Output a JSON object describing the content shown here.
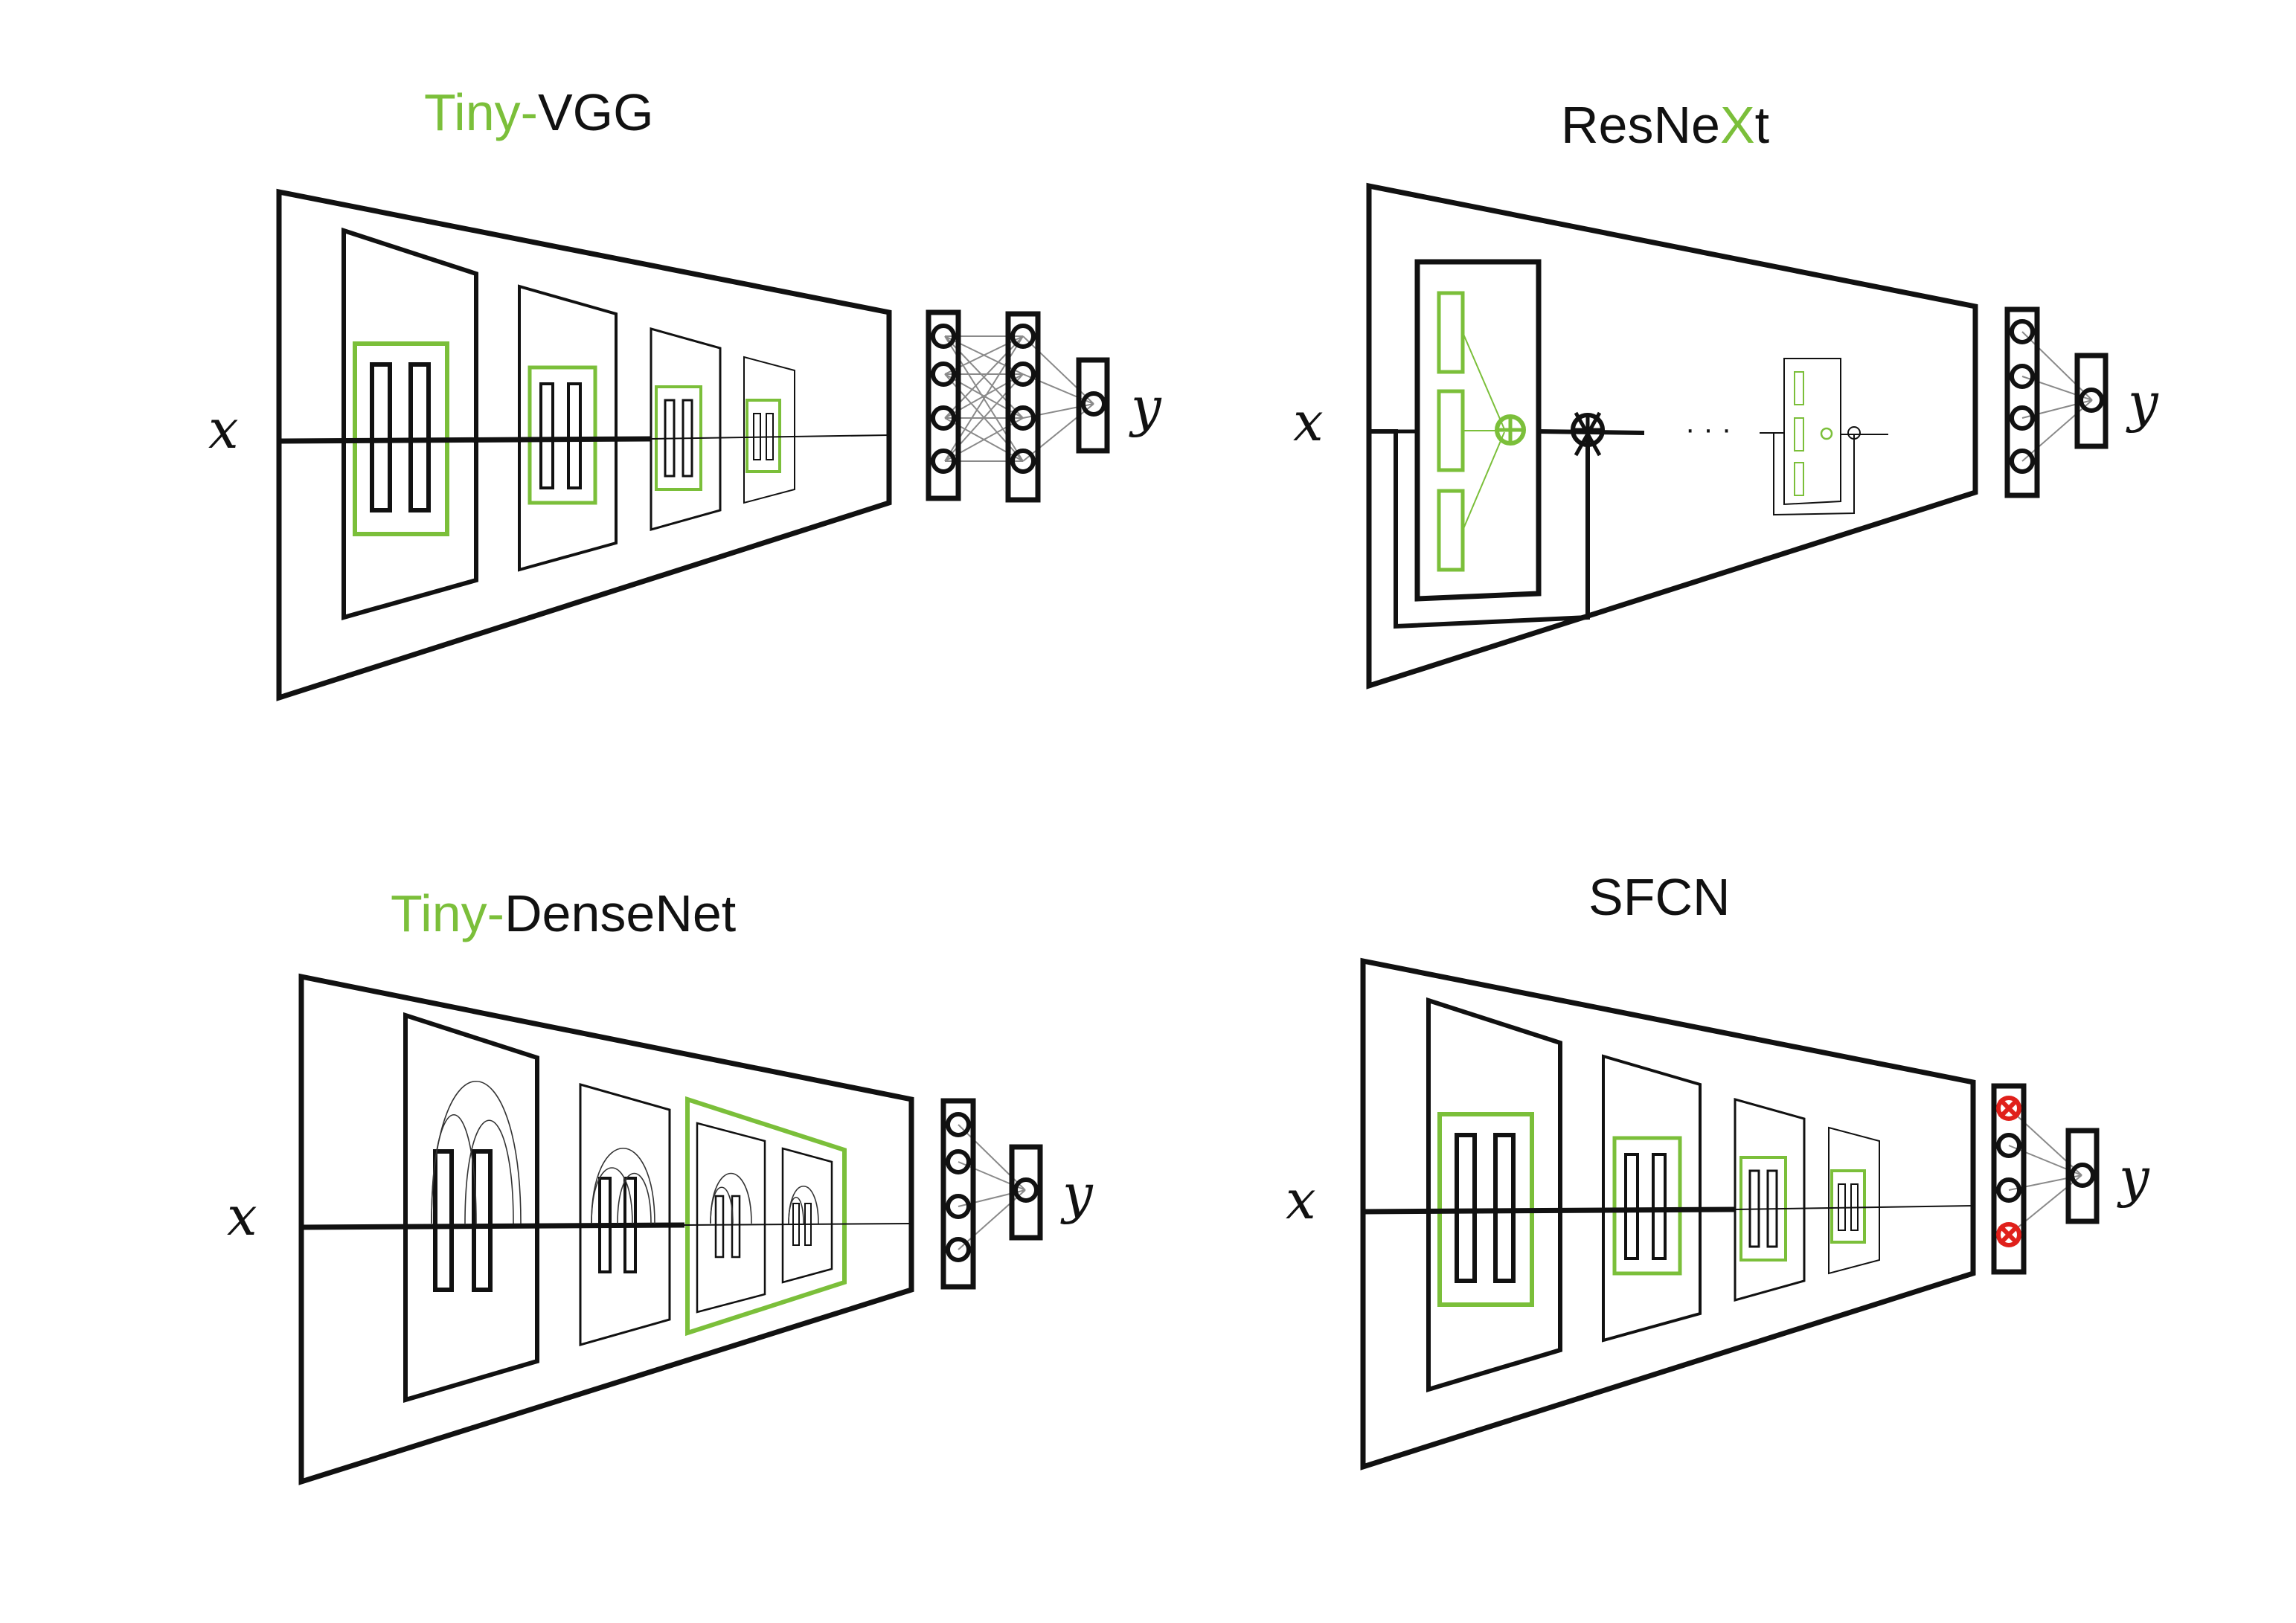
{
  "colors": {
    "accent": "#7bbf3a",
    "ink": "#111111",
    "dropout": "#e0201b"
  },
  "panels": {
    "tiny_vgg": {
      "title_prefix": "Tiny-",
      "title_main": "VGG",
      "input_label": "x",
      "output_label": "y"
    },
    "resnext": {
      "title_a": "ResNe",
      "title_x": "X",
      "title_b": "t",
      "input_label": "x",
      "output_label": "y",
      "ellipsis": "· · ·"
    },
    "tiny_densenet": {
      "title_prefix": "Tiny-",
      "title_main": "DenseNet",
      "input_label": "x",
      "output_label": "y"
    },
    "sfcn": {
      "title": "SFCN",
      "input_label": "x",
      "output_label": "y"
    }
  }
}
